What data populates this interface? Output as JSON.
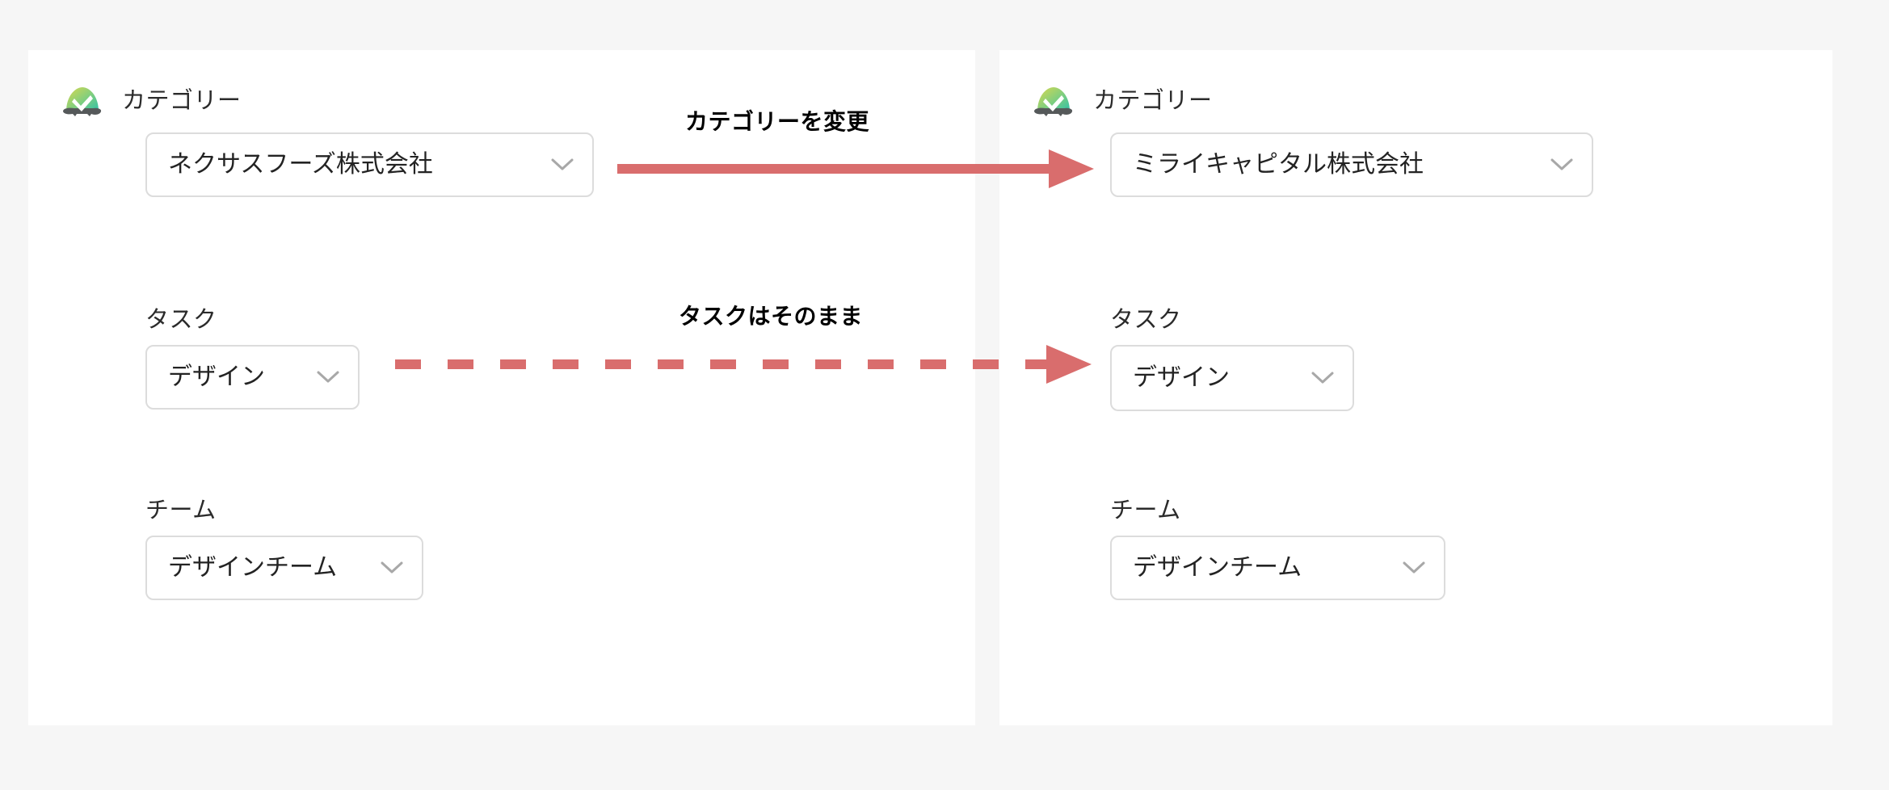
{
  "page": {
    "background_color": "#f6f6f6",
    "card_background": "#ffffff",
    "accent_color": "#d96d6d",
    "border_color": "#dcdcdc",
    "text_color": "#232323"
  },
  "icon": {
    "name": "app-logo-turtle",
    "gradient_from": "#d6d64f",
    "gradient_to": "#3fc0a8",
    "base_color": "#55595a"
  },
  "before_panel": {
    "fields": [
      {
        "label": "カテゴリー",
        "value": "ネクサスフーズ株式会社",
        "control": "dropdown",
        "chevron": "chevron-down-icon"
      },
      {
        "label": "タスク",
        "value": "デザイン",
        "control": "dropdown",
        "chevron": "chevron-down-icon"
      },
      {
        "label": "チーム",
        "value": "デザインチーム",
        "control": "dropdown",
        "chevron": "chevron-down-icon"
      }
    ]
  },
  "after_panel": {
    "fields": [
      {
        "label": "カテゴリー",
        "value": "ミライキャピタル株式会社",
        "control": "dropdown",
        "chevron": "chevron-down-icon"
      },
      {
        "label": "タスク",
        "value": "デザイン",
        "control": "dropdown",
        "chevron": "chevron-down-icon"
      },
      {
        "label": "チーム",
        "value": "デザインチーム",
        "control": "dropdown",
        "chevron": "chevron-down-icon"
      }
    ]
  },
  "annotations": [
    {
      "text": "カテゴリーを変更",
      "arrow_style": "solid",
      "arrow_color": "#d96d6d"
    },
    {
      "text": "タスクはそのまま",
      "arrow_style": "dashed",
      "arrow_color": "#d96d6d"
    }
  ]
}
